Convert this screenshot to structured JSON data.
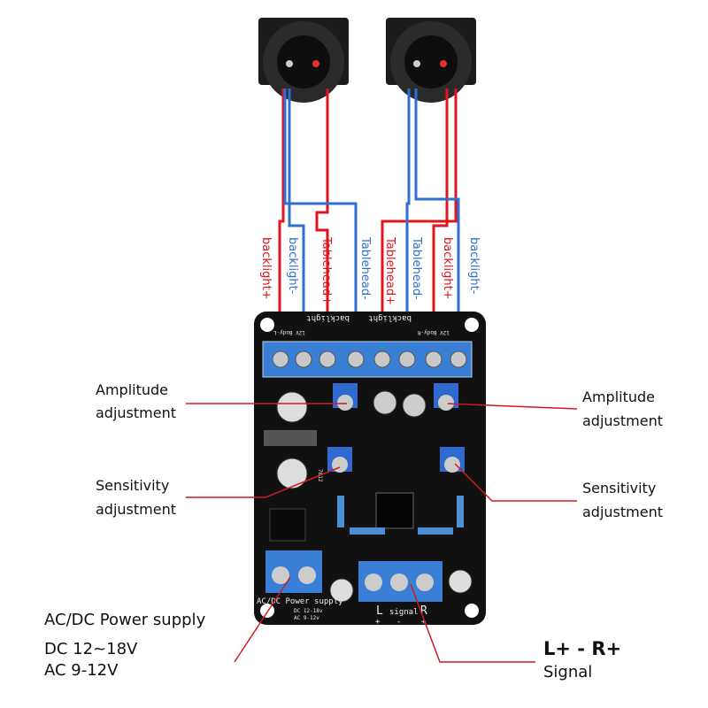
{
  "colors": {
    "red": "#e0141e",
    "blue": "#2e6fd1",
    "board": "#111111",
    "terminal": "#3a7fd6",
    "pointer": "#d01a24"
  },
  "wire_labels": [
    {
      "text": "backlight+",
      "color": "red"
    },
    {
      "text": "backlight-",
      "color": "blue"
    },
    {
      "text": "Tablehead+",
      "color": "red"
    },
    {
      "text": "Tablehead-",
      "color": "blue"
    },
    {
      "text": "Tablehead+",
      "color": "red"
    },
    {
      "text": "Tablehead-",
      "color": "blue"
    },
    {
      "text": "backlight+",
      "color": "red"
    },
    {
      "text": "backlight-",
      "color": "blue"
    }
  ],
  "callouts": {
    "amp_left": [
      "Amplitude",
      "adjustment"
    ],
    "sens_left": [
      "Sensitivity",
      "adjustment"
    ],
    "amp_right": [
      "Amplitude",
      "adjustment"
    ],
    "sens_right": [
      "Sensitivity",
      "adjustment"
    ],
    "power": [
      "AC/DC Power supply",
      "DC 12~18V",
      "AC 9-12V"
    ],
    "signal": [
      "L+ - R+",
      "Signal"
    ]
  },
  "board_text": {
    "backlight_left": "backlight",
    "backlight_right": "backlight",
    "body_left": "12V Body-L",
    "body_right": "12V Body-R",
    "power": "AC/DC Power supply",
    "power_dc": "DC 12-18v",
    "power_ac": "AC 9-12v",
    "signal": "signal",
    "L": "L",
    "R": "R",
    "plus": "+",
    "minus": "-",
    "regulator": "7812"
  }
}
